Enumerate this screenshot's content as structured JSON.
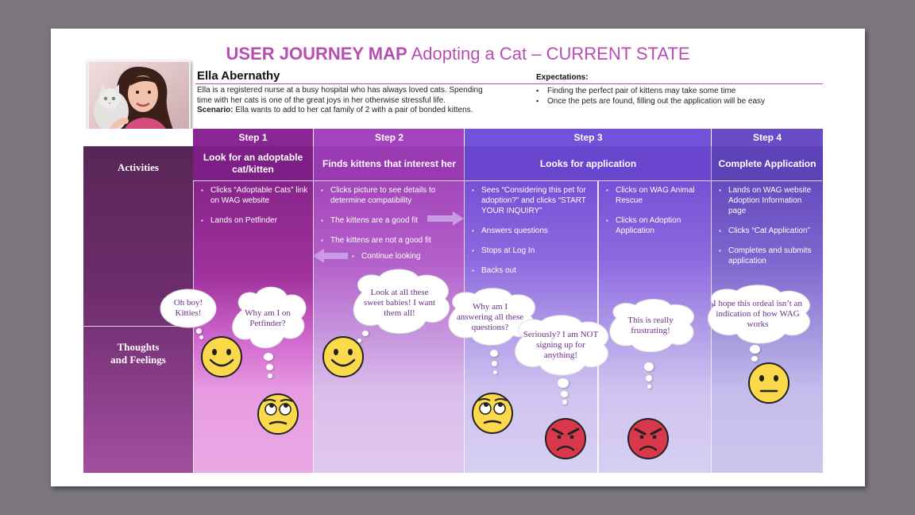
{
  "title": {
    "bold": "USER JOURNEY MAP",
    "rest": " Adopting a Cat – CURRENT STATE"
  },
  "persona": {
    "name": "Ella Abernathy",
    "bio": "Ella is a registered nurse at a busy hospital who has always loved cats. Spending time with her cats is one of the great joys in her otherwise stressful life.",
    "scenario_label": "Scenario:",
    "scenario": " Ella wants to add to her cat family of 2 with a pair of bonded kittens."
  },
  "expectations": {
    "heading": "Expectations:",
    "items": [
      "Finding the perfect pair of kittens may take some time",
      "Once the pets are found, filling out the application will be easy"
    ]
  },
  "rows": {
    "activities": "Activities",
    "thoughts_line1": "Thoughts",
    "thoughts_line2": "and Feelings"
  },
  "steps": [
    {
      "label": "Step 1",
      "activity": "Look for an adoptable cat/kitten",
      "items": [
        "Clicks “Adoptable Cats” link on WAG website",
        "Lands on Petfinder"
      ]
    },
    {
      "label": "Step 2",
      "activity": "Finds kittens that interest her",
      "items": [
        "Clicks picture to see details to determine compatibility",
        "The kittens are a good fit",
        "The kittens are not a good fit"
      ],
      "sub_item": "Continue looking"
    },
    {
      "label": "Step 3",
      "activity": "Looks for application",
      "items_a": [
        "Sees “Considering this pet for adoption?” and clicks “START YOUR INQUIRY”",
        "Answers questions",
        "Stops at Log In",
        "Backs out"
      ],
      "items_b": [
        "Clicks on WAG Animal Rescue",
        "Clicks on Adoption Application"
      ]
    },
    {
      "label": "Step 4",
      "activity": "Complete Application",
      "items": [
        "Lands on WAG website Adoption Information page",
        "Clicks “Cat Application”",
        "Completes and submits application"
      ]
    }
  ],
  "thoughts": [
    "Oh boy! Kitties!",
    "Why am I on Petfinder?",
    "Look at all these sweet babies! I want them all!",
    "Why am I answering all these questions?",
    "Seriously? I am NOT signing up for anything!",
    "This is really frustrating!",
    "I hope this ordeal isn’t an indication of how WAG works"
  ],
  "colors": {
    "title": "#b84eb4",
    "step1": "#8e2a9a",
    "step2": "#a541bd",
    "step3": "#7450d6",
    "step4": "#6a4cc8",
    "cloud_text": "#6a2f88"
  },
  "icons": [
    "happy-face-icon",
    "eye-roll-face-icon",
    "angry-face-icon",
    "neutral-face-icon",
    "right-arrow-icon",
    "left-arrow-icon"
  ]
}
